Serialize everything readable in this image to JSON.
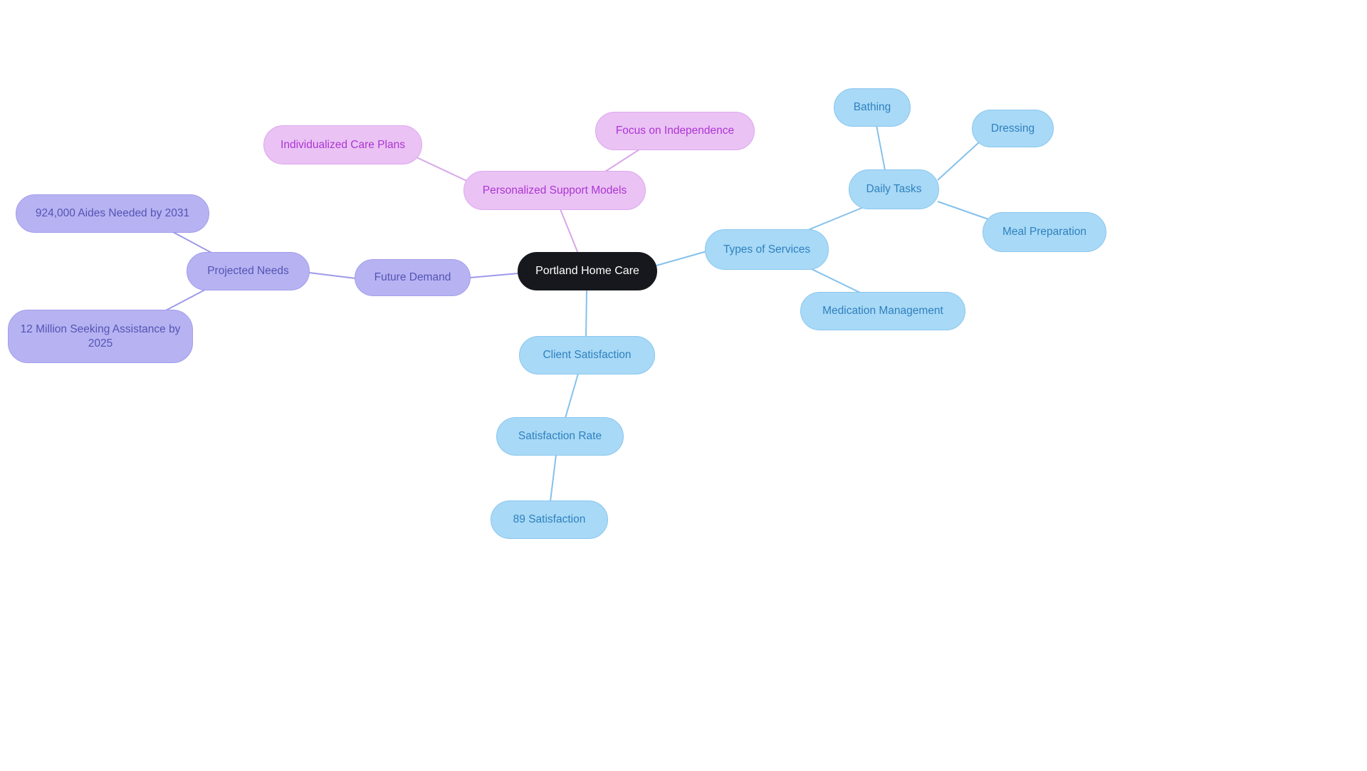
{
  "mindmap": {
    "type": "mindmap",
    "title": "Portland Home Care",
    "nodes": {
      "root": {
        "label": "Portland Home Care",
        "branch": "center",
        "parent": null
      },
      "types_of_services": {
        "label": "Types of Services",
        "branch": "blue",
        "parent": "root"
      },
      "daily_tasks": {
        "label": "Daily Tasks",
        "branch": "blue",
        "parent": "types_of_services"
      },
      "bathing": {
        "label": "Bathing",
        "branch": "blue",
        "parent": "daily_tasks"
      },
      "dressing": {
        "label": "Dressing",
        "branch": "blue",
        "parent": "daily_tasks"
      },
      "meal_preparation": {
        "label": "Meal Preparation",
        "branch": "blue",
        "parent": "daily_tasks"
      },
      "medication_management": {
        "label": "Medication Management",
        "branch": "blue",
        "parent": "types_of_services"
      },
      "client_satisfaction": {
        "label": "Client Satisfaction",
        "branch": "blue",
        "parent": "root"
      },
      "satisfaction_rate": {
        "label": "Satisfaction Rate",
        "branch": "blue",
        "parent": "client_satisfaction"
      },
      "satisfaction_89": {
        "label": "89 Satisfaction",
        "branch": "blue",
        "parent": "satisfaction_rate"
      },
      "future_demand": {
        "label": "Future Demand",
        "branch": "purple",
        "parent": "root"
      },
      "projected_needs": {
        "label": "Projected Needs",
        "branch": "purple",
        "parent": "future_demand"
      },
      "aides_2031": {
        "label": "924,000 Aides Needed by 2031",
        "branch": "purple",
        "parent": "projected_needs"
      },
      "assistance_2025": {
        "label": "12 Million Seeking Assistance by 2025",
        "branch": "purple",
        "parent": "projected_needs"
      },
      "personalized_support": {
        "label": "Personalized Support Models",
        "branch": "pink",
        "parent": "root"
      },
      "care_plans": {
        "label": "Individualized Care Plans",
        "branch": "pink",
        "parent": "personalized_support"
      },
      "independence": {
        "label": "Focus on Independence",
        "branch": "pink",
        "parent": "personalized_support"
      }
    }
  },
  "colors": {
    "background": "#FFFFFF",
    "root-fill": "#16181D",
    "root-text": "#FFFFFF",
    "blue-fill": "#A8D9F6",
    "blue-border": "#8BC7EF",
    "blue-text": "#2F81C0",
    "blue-line": "#85C1EC",
    "purple-fill": "#B7B3F2",
    "purple-border": "#A29DEC",
    "purple-text": "#5553B5",
    "purple-line": "#9D9AEA",
    "pink-fill": "#EAC2F4",
    "pink-border": "#DCA9EE",
    "pink-text": "#AC35D2",
    "pink-line": "#D9A6EC"
  }
}
